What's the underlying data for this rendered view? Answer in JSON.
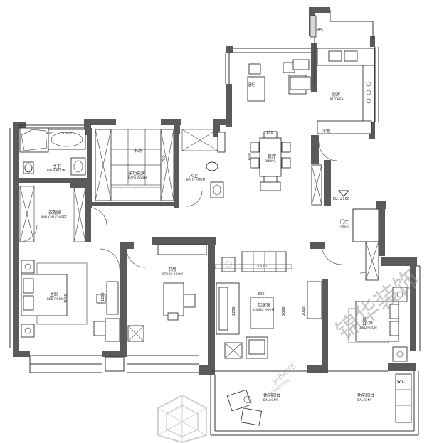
{
  "rooms": {
    "master_bedroom": {
      "cn": "主卧",
      "en": "BED ROOM"
    },
    "master_bath": {
      "cn": "主卫",
      "en": "BATH ROOM"
    },
    "walk_in": {
      "cn": "衣帽间",
      "en": "WALK-IN CLOSET"
    },
    "multi_bath": {
      "cn": "多功能房",
      "en": "BATH ROOM"
    },
    "multi_bath_sub": {
      "cn": "书房"
    },
    "guest_bath": {
      "cn": "次卫",
      "en": "BATH ROOM"
    },
    "study": {
      "cn": "书房",
      "en": "STUDY ROOM"
    },
    "living": {
      "cn": "起居室",
      "en": "LIVING ROOM"
    },
    "dining": {
      "cn": "餐厅",
      "en": "DINING"
    },
    "kitchen": {
      "cn": "厨房",
      "en": "KITCHEN"
    },
    "foyer": {
      "cn": "门厅",
      "en": "FOYER"
    },
    "second_bedroom": {
      "cn": "次卧",
      "en": "BED ROOM"
    },
    "leisure_balcony": {
      "cn": "休闲阳台",
      "en": "BALCONY"
    },
    "utility_balcony": {
      "cn": "功能阳台",
      "en": "BALCONY"
    }
  },
  "small_labels": {
    "wine_cabinet": "酒柜",
    "fridge": "冰箱",
    "ac": "A/C",
    "wd": "W/D",
    "elevation": "EL: ±160"
  },
  "dimensions": {
    "bath_w": "900",
    "bath_l": "1500",
    "dining_table_w": "950",
    "dining_table_l": "1600",
    "multi_room": "750",
    "study_side": "1200",
    "master_bed": "1800",
    "tv_wall": "1570",
    "coffee_table": "800",
    "sofa_len": "2200",
    "living_depth": "2000",
    "second_bed": "1500"
  },
  "watermark": {
    "brand_cn": "锦华装饰",
    "brand_en": "JABAITE",
    "sub_en": "DECORATION"
  },
  "colors": {
    "wall": "#5a5a5a",
    "line": "#333333",
    "watermark": "#9a9a9a"
  }
}
